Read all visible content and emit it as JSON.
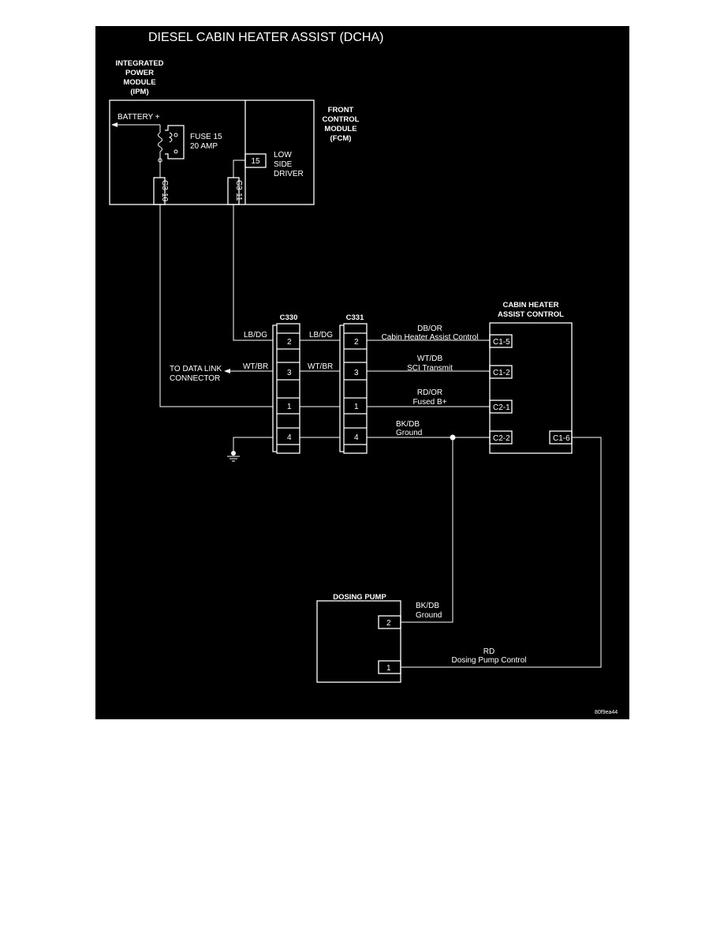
{
  "title": "DIESEL CABIN HEATER ASSIST (DCHA)",
  "figure_id": "80f9ea44",
  "ipm": {
    "lines": [
      "INTEGRATED",
      "POWER",
      "MODULE",
      "(IPM)"
    ]
  },
  "fcm": {
    "lines": [
      "FRONT",
      "CONTROL",
      "MODULE",
      "(FCM)"
    ]
  },
  "battery_label": "BATTERY +",
  "fuse": {
    "lines": [
      "FUSE 15",
      "20 AMP"
    ]
  },
  "low_side_driver": {
    "pin": "15",
    "lines": [
      "LOW",
      "SIDE",
      "DRIVER"
    ]
  },
  "ipm_pins": {
    "c3_10": "C3-10",
    "c3_11": "C3-11"
  },
  "connector_c330": "C330",
  "connector_c331": "C331",
  "pins": {
    "p2": "2",
    "p3": "3",
    "p1": "1",
    "p4": "4"
  },
  "wire_lbdg": "LB/DG",
  "wire_wtbr": "WT/BR",
  "data_link": {
    "lines": [
      "TO DATA LINK",
      "CONNECTOR"
    ]
  },
  "cabin_control": {
    "lines": [
      "CABIN HEATER",
      "ASSIST CONTROL"
    ],
    "pins": {
      "c1_5": "C1-5",
      "c1_2": "C1-2",
      "c2_1": "C2-1",
      "c2_2": "C2-2",
      "c1_6": "C1-6"
    }
  },
  "circuits": {
    "dbor": {
      "code": "DB/OR",
      "desc": "Cabin Heater Assist Control"
    },
    "wtdb": {
      "code": "WT/DB",
      "desc": "SCI Transmit"
    },
    "rdor": {
      "code": "RD/OR",
      "desc": "Fused B+"
    },
    "bkdb": {
      "code": "BK/DB",
      "desc": "Ground"
    }
  },
  "dosing_pump": {
    "label": "DOSING PUMP",
    "pin2": "2",
    "pin1": "1",
    "wire_ground": {
      "code": "BK/DB",
      "desc": "Ground"
    },
    "wire_control": {
      "code": "RD",
      "desc": "Dosing Pump Control"
    }
  }
}
